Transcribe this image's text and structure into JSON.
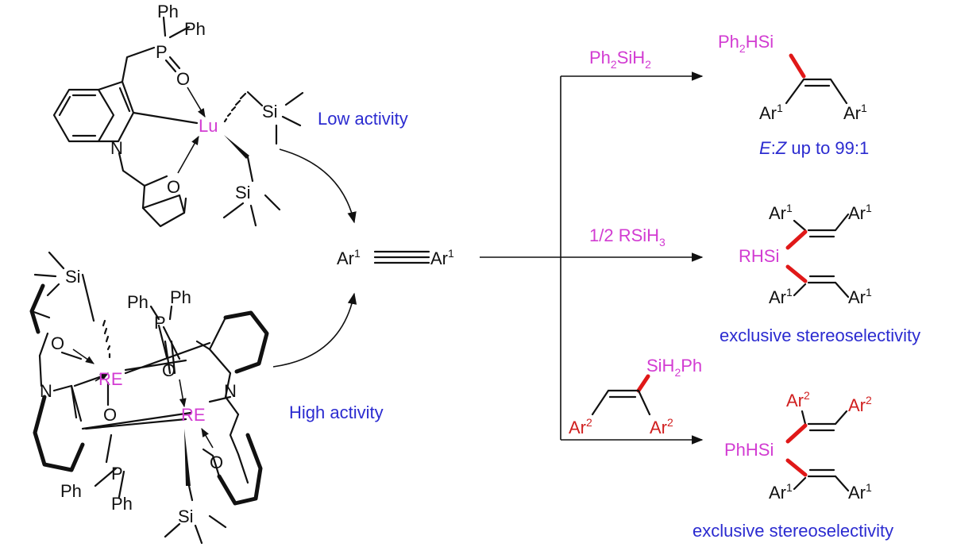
{
  "colors": {
    "metal_label": "#d23cd2",
    "annotation_text": "#2b2bd0",
    "highlight_bond": "#e01818",
    "aryl_2": "#d01f1f",
    "ink": "#111111"
  },
  "catalyst_top": {
    "ph_a": "Ph",
    "ph_b": "Ph",
    "phosphorus": "P",
    "oxygen": "O",
    "metal": "Lu",
    "nitrogen": "N",
    "thf_oxygen": "O",
    "silicon_a": "Si",
    "silicon_b": "Si",
    "activity": "Low activity"
  },
  "catalyst_bottom": {
    "silicon_a": "Si",
    "silicon_b": "Si",
    "ph_a": "Ph",
    "ph_b": "Ph",
    "ph_c": "Ph",
    "ph_d": "Ph",
    "phosphorus_a": "P",
    "phosphorus_b": "P",
    "metal_a": "RE",
    "metal_b": "RE",
    "nitrogen_a": "N",
    "nitrogen_b": "N",
    "oxygen_thf_a": "O",
    "oxygen_thf_b": "O",
    "oxygen_po_a": "O",
    "oxygen_po_b": "O",
    "activity": "High activity"
  },
  "substrate": {
    "left_aryl": "Ar",
    "left_sup": "1",
    "right_aryl": "Ar",
    "right_sup": "1"
  },
  "routes": [
    {
      "reagent_main": "Ph",
      "reagent_sub1": "2",
      "reagent_mid": "SiH",
      "reagent_sub2": "2",
      "product_silyl_main": "Ph",
      "product_silyl_sub": "2",
      "product_silyl_tail": "HSi",
      "product_ar_left": "Ar",
      "product_ar_left_sup": "1",
      "product_ar_right": "Ar",
      "product_ar_right_sup": "1",
      "note_e": "E",
      "note_colon": ":",
      "note_z": "Z",
      "note_rest": " up to 99:1"
    },
    {
      "reagent": "1/2 RSiH",
      "reagent_sub": "3",
      "silicon_center": "RHSi",
      "ar_top_left": "Ar",
      "ar_top_left_sup": "1",
      "ar_top_right": "Ar",
      "ar_top_right_sup": "1",
      "ar_bottom_left": "Ar",
      "ar_bottom_left_sup": "1",
      "ar_bottom_right": "Ar",
      "ar_bottom_right_sup": "1",
      "note": "exclusive stereoselectivity"
    },
    {
      "reagent_silyl": "SiH",
      "reagent_silyl_sub": "2",
      "reagent_silyl_tail": "Ph",
      "reagent_ar_left": "Ar",
      "reagent_ar_left_sup": "2",
      "reagent_ar_right": "Ar",
      "reagent_ar_right_sup": "2",
      "silicon_center": "PhHSi",
      "ar_top_left": "Ar",
      "ar_top_left_sup": "2",
      "ar_top_right": "Ar",
      "ar_top_right_sup": "2",
      "ar_bottom_left": "Ar",
      "ar_bottom_left_sup": "1",
      "ar_bottom_right": "Ar",
      "ar_bottom_right_sup": "1",
      "note": "exclusive stereoselectivity"
    }
  ]
}
